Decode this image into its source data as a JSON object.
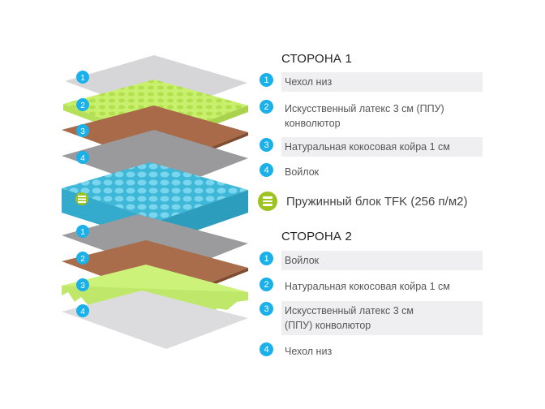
{
  "side1": {
    "title": "СТОРОНА 1",
    "items": [
      {
        "num": "1",
        "label": "Чехол низ",
        "highlight": true
      },
      {
        "num": "2",
        "label": "Искусственный латекс 3 см (ППУ) конволютор",
        "highlight": false
      },
      {
        "num": "3",
        "label": "Натуральная кокосовая койра 1 см",
        "highlight": true
      },
      {
        "num": "4",
        "label": "Войлок",
        "highlight": false
      }
    ]
  },
  "spring_block": {
    "icon": "spring-block-icon",
    "label": "Пружинный блок TFK (256 п/м2)"
  },
  "side2": {
    "title": "СТОРОНА 2",
    "items": [
      {
        "num": "1",
        "label": "Войлок",
        "highlight": true
      },
      {
        "num": "2",
        "label": "Натуральная кокосовая койра 1 см",
        "highlight": false
      },
      {
        "num": "3",
        "label": "Искусственный латекс 3 см (ППУ) конволютор",
        "highlight": true
      },
      {
        "num": "4",
        "label": "Чехол низ",
        "highlight": false
      }
    ]
  },
  "illustration": {
    "layers_top": [
      "1",
      "2",
      "3",
      "4"
    ],
    "layers_bottom": [
      "1",
      "2",
      "3",
      "4"
    ]
  },
  "colors": {
    "badge": "#1ab0ea",
    "spring_badge": "#9cc31f",
    "highlight_row": "#efeff2",
    "cover": "#d8d8da",
    "latex": "#c8f06a",
    "coir": "#a86a48",
    "felt": "#9b9b9d",
    "springs": "#4cc3e0"
  }
}
